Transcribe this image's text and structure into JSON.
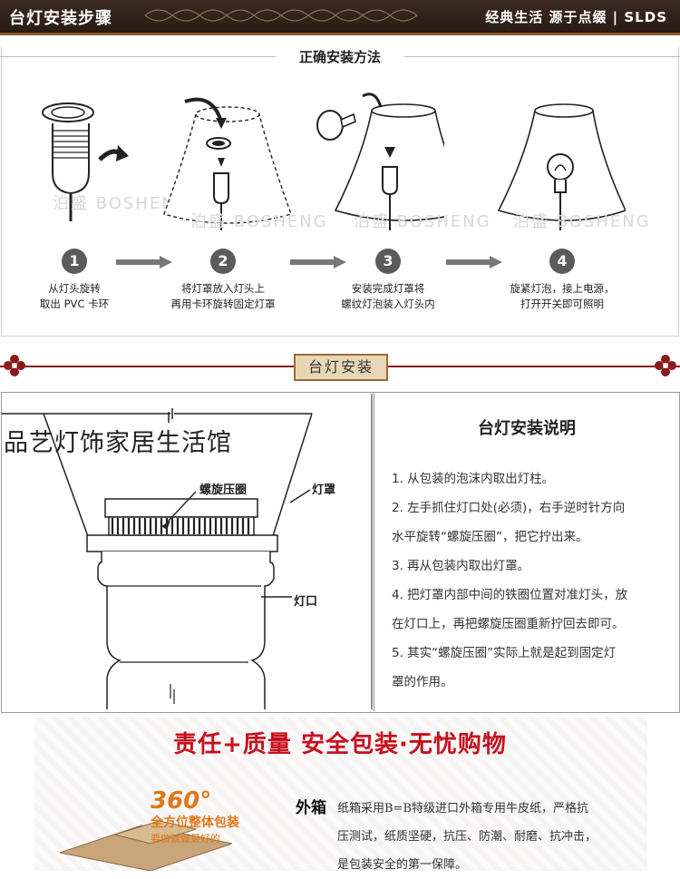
{
  "banner": {
    "title": "台灯安装步骤",
    "slogan": "经典生活 源于点缀 | SLDS"
  },
  "steps": {
    "title": "正确安装方法",
    "watermark": "泊盛 BOSHENG",
    "items": [
      {
        "num": "1",
        "line1": "从灯头旋转",
        "line2": "取出 PVC 卡环"
      },
      {
        "num": "2",
        "line1": "将灯罩放入灯头上",
        "line2": "再用卡环旋转固定灯罩"
      },
      {
        "num": "3",
        "line1": "安装完成灯罩将",
        "line2": "螺纹灯泡装入灯头内"
      },
      {
        "num": "4",
        "line1": "旋紧灯泡，接上电源，",
        "line2": "打开开关即可照明"
      }
    ]
  },
  "section2": {
    "badge": "台灯安装",
    "shop_name": "品艺灯饰家居生活馆",
    "labels": {
      "ring": "螺旋压圈",
      "shade": "灯罩",
      "socket": "灯口"
    },
    "instructions_title": "台灯安装说明",
    "instructions": [
      "1. 从包装的泡沫内取出灯柱。",
      "2. 左手抓住灯口处(必须)，右手逆时针方向",
      "水平旋转“螺旋压圈”，把它拧出来。",
      "3. 再从包装内取出灯罩。",
      "4. 把灯罩内部中间的铁圈位置对准灯头，放",
      "在灯口上，再把螺旋压圈重新拧回去即可。",
      "5. 其实“螺旋压圈”实际上就是起到固定灯",
      "罩的作用。"
    ]
  },
  "section3": {
    "headline": "责任+质量  安全包装·无忧购物",
    "badge_num": "360°",
    "badge_line1": "全方位整体包装",
    "badge_line2": "要做就做最好的",
    "outer_label": "外箱",
    "outer_lines": [
      "纸箱采用B=B特级进口外箱专用牛皮纸，严格抗",
      "压测试，纸质坚硬，抗压、防潮、耐磨、抗冲击，",
      "是包装安全的第一保障。"
    ]
  }
}
